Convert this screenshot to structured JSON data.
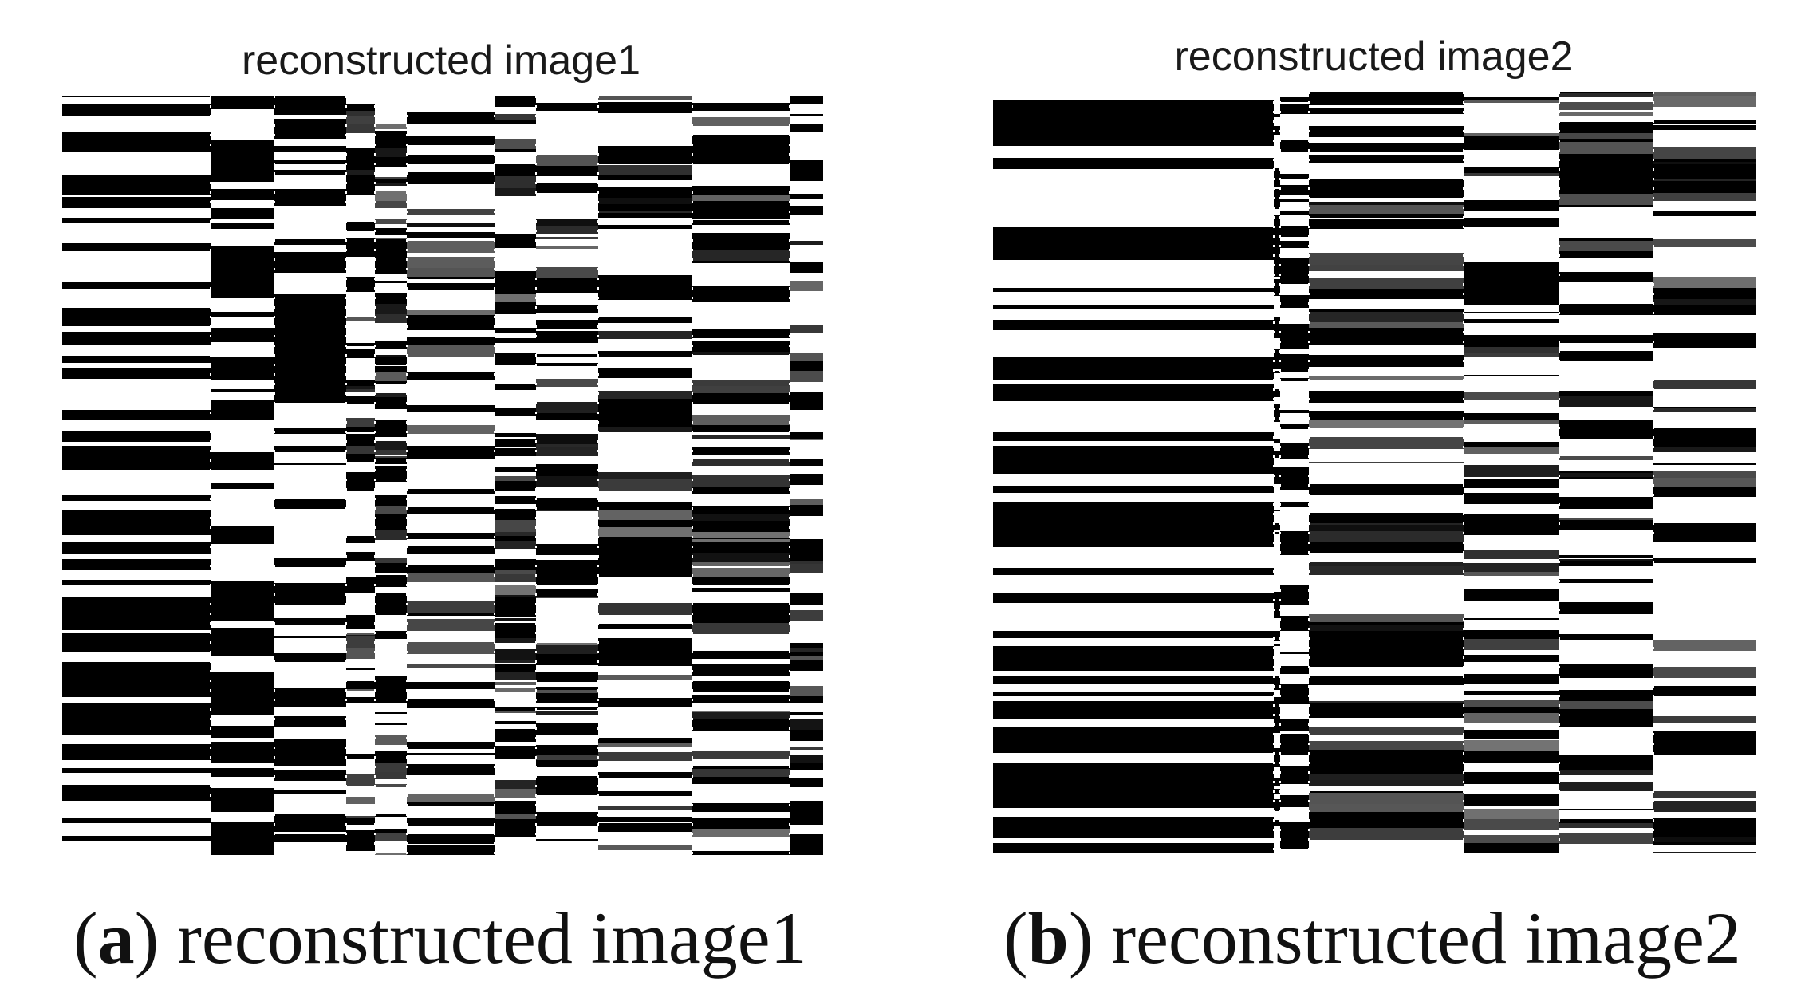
{
  "panels": [
    {
      "title": "reconstructed image1",
      "caption_letter": "a",
      "caption_text": "reconstructed image1"
    },
    {
      "title": "reconstructed image2",
      "caption_letter": "b",
      "caption_text": "reconstructed image2"
    }
  ],
  "colors": {
    "ink": "#000000",
    "paper": "#ffffff"
  }
}
